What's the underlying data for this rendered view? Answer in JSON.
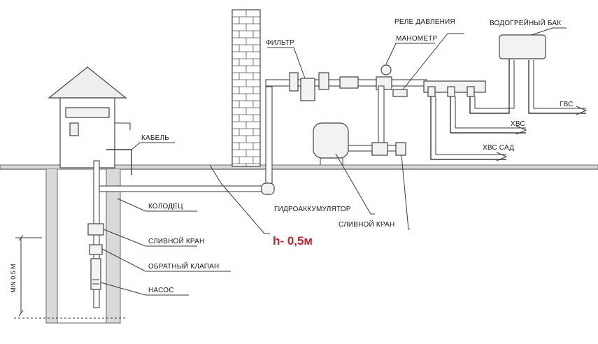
{
  "labels": {
    "cable": "КАБЕЛЬ",
    "well": "КОЛОДЕЦ",
    "drain_valve_well": "СЛИВНОЙ КРАН",
    "check_valve": "ОБРАТНЫЙ КЛАПАН",
    "pump": "НАСОС",
    "filter": "ФИЛЬТР",
    "pressure_relay": "РЕЛЕ ДАВЛЕНИЯ",
    "manometer": "МАНОМЕТР",
    "water_heater": "ВОДОГРЕЙНЫЙ БАК",
    "hot_water": "ГВС",
    "cold_water": "ХВС",
    "cold_water_garden": "ХВС САД",
    "accumulator": "ГИДРОАККУМУЛЯТОР",
    "drain_valve_house": "СЛИВНОЙ КРАН",
    "depth": "h- 0,5м",
    "min_depth": "MIN 0,5 М"
  },
  "colors": {
    "accent": "#c0232b",
    "line": "#3a3a3a",
    "ground": "#d9d9d9"
  }
}
